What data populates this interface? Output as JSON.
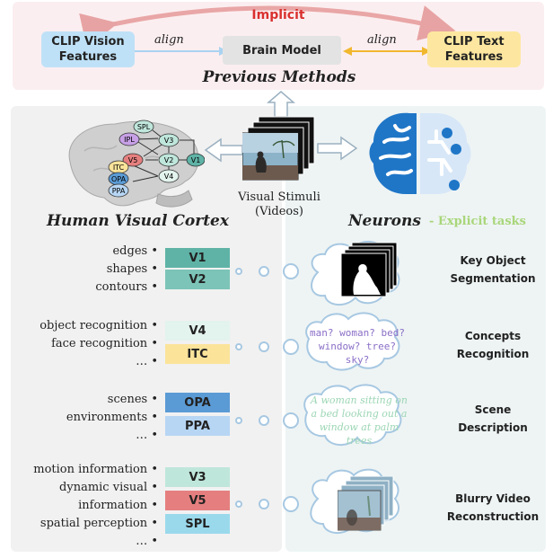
{
  "top": {
    "implicit": "Implicit",
    "clip_vision": "CLIP Vision Features",
    "align_left": "align",
    "brain_model": "Brain Model",
    "align_right": "align",
    "clip_text": "CLIP Text Features",
    "title": "Previous Methods"
  },
  "brain": {
    "regions": [
      "SPL",
      "IPL",
      "V3",
      "V5",
      "V2",
      "V1",
      "ITC",
      "V4",
      "OPA",
      "PPA"
    ]
  },
  "stimuli": {
    "line1": "Visual Stimuli",
    "line2": "(Videos)"
  },
  "left_title": "Human Visual Cortex",
  "right_title": "Neurons",
  "right_subtitle": "- Explicit tasks",
  "groups": [
    {
      "features": [
        "edges",
        "shapes",
        "contours"
      ],
      "regions": [
        "V1",
        "V2"
      ]
    },
    {
      "features": [
        "object recognition",
        "face recognition",
        "…"
      ],
      "regions": [
        "V4",
        "ITC"
      ]
    },
    {
      "features": [
        "scenes",
        "environments",
        "…"
      ],
      "regions": [
        "OPA",
        "PPA"
      ]
    },
    {
      "features": [
        "motion information",
        "dynamic visual",
        "information",
        "spatial perception",
        "…"
      ],
      "regions": [
        "V3",
        "V5",
        "SPL"
      ]
    }
  ],
  "concepts_text": [
    "man? woman? bed?",
    "window? tree?",
    "sky?"
  ],
  "scene_text": [
    "A woman sitting on",
    "a bed looking out a",
    "window at palm",
    "trees"
  ],
  "tasks": [
    [
      "Key Object",
      "Segmentation"
    ],
    [
      "Concepts",
      "Recognition"
    ],
    [
      "Scene",
      "Description"
    ],
    [
      "Blurry Video",
      "Reconstruction"
    ]
  ],
  "colors": {
    "V1": "#5fb3a6",
    "V2": "#7cc4b7",
    "V4": "#e3f3ee",
    "ITC": "#fbe39a",
    "OPA": "#5b9bd5",
    "PPA": "#b7d6f4",
    "V3": "#bfe6db",
    "V5": "#e57f7f",
    "SPL": "#9ad9ec"
  }
}
